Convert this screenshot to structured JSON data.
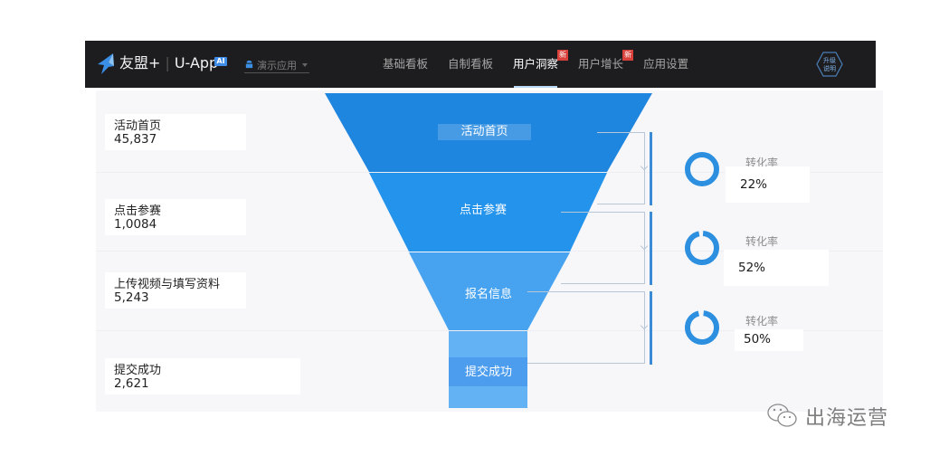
{
  "header": {
    "brand": "友盟+",
    "product": "U-App",
    "ai_badge": "AI",
    "app_selector": "演示应用",
    "nav": [
      {
        "label": "基础看板",
        "active": false,
        "badge": null
      },
      {
        "label": "自制看板",
        "active": false,
        "badge": null
      },
      {
        "label": "用户洞察",
        "active": true,
        "badge": "新"
      },
      {
        "label": "用户增长",
        "active": false,
        "badge": "新"
      },
      {
        "label": "应用设置",
        "active": false,
        "badge": null
      }
    ],
    "upgrade_line1": "升级",
    "upgrade_line2": "说明"
  },
  "funnel": {
    "steps": [
      {
        "name": "活动首页",
        "count": "45,837"
      },
      {
        "name": "点击参赛",
        "count": "1,0084"
      },
      {
        "name": "上传视频与填写资料",
        "count": "5,243"
      },
      {
        "name": "提交成功",
        "count": "2,621"
      }
    ],
    "funnel_labels": [
      "活动首页",
      "点击参赛",
      "报名信息",
      "提交成功"
    ],
    "rate_label": "转化率",
    "rates": [
      "22%",
      "52%",
      "50%"
    ],
    "colors": {
      "layer1": "#1f86e0",
      "layer2": "#2393ec",
      "layer3": "#47a3f0",
      "layer4": "#63b2f3",
      "ring": "#2d8fe0"
    }
  },
  "chart_data": {
    "type": "funnel",
    "categories": [
      "活动首页",
      "点击参赛",
      "上传视频与填写资料",
      "提交成功"
    ],
    "values": [
      45837,
      10084,
      5243,
      2621
    ],
    "conversion_rates_pct": [
      22,
      52,
      50
    ]
  },
  "watermark": "出海运营"
}
